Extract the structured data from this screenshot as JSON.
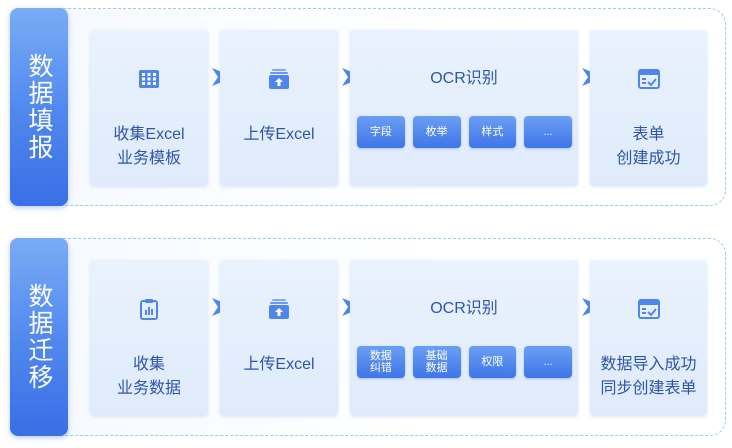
{
  "lanes": [
    {
      "label": "数据填报",
      "cards": [
        {
          "text": "收集Excel\n业务模板",
          "icon": "spreadsheet-icon"
        },
        {
          "text": "上传Excel",
          "icon": "upload-icon"
        },
        {
          "title": "OCR识别",
          "chips": [
            "字段",
            "枚举",
            "样式",
            "..."
          ]
        },
        {
          "text": "表单\n创建成功",
          "icon": "form-check-icon"
        }
      ]
    },
    {
      "label": "数据迁移",
      "cards": [
        {
          "text": "收集\n业务数据",
          "icon": "clipboard-chart-icon"
        },
        {
          "text": "上传Excel",
          "icon": "upload-icon"
        },
        {
          "title": "OCR识别",
          "chips": [
            "数据纠错",
            "基础数据",
            "权限",
            "..."
          ]
        },
        {
          "text": "数据导入成功\n同步创建表单",
          "icon": "form-check-icon"
        }
      ]
    }
  ],
  "colors": {
    "accent": "#3f75e8",
    "text": "#2f55a8",
    "card": "#e4eefc",
    "arrow": "#4f86ee"
  }
}
